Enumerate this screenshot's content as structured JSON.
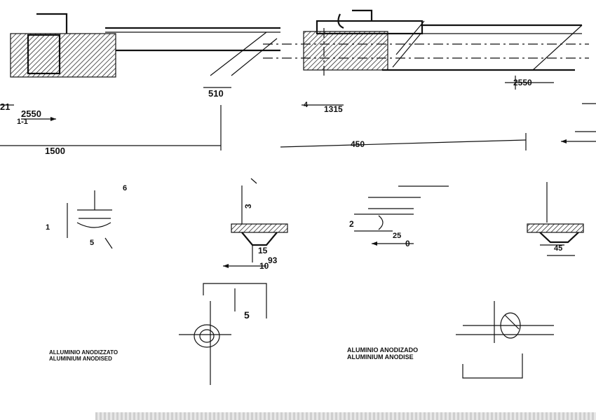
{
  "dimensions": {
    "d_21": "21",
    "d_2550": "2550",
    "d_1_1": "1-1",
    "d_1500": "1500",
    "d_510": "510",
    "d_4": "4",
    "d_1315": "1315",
    "d_1_450": "450",
    "d_2550b": "2550",
    "d_6_4": "6",
    "d_1_small": "1",
    "d_5": "5",
    "d_3": "3",
    "d_15": "15",
    "d_93": "93",
    "d_10": "10",
    "d_2": "2",
    "d_25": "25",
    "d_0": "0",
    "d_45": "45",
    "d_5_mid": "5"
  },
  "notes": {
    "left_line1": "ALLUMINIO ANODIZZATO",
    "left_line2": "ALUMINIUM ANODISED",
    "right_line1": "ALUMINIO ANODIZADO",
    "right_line2": "ALUMINIUM ANODISE"
  }
}
